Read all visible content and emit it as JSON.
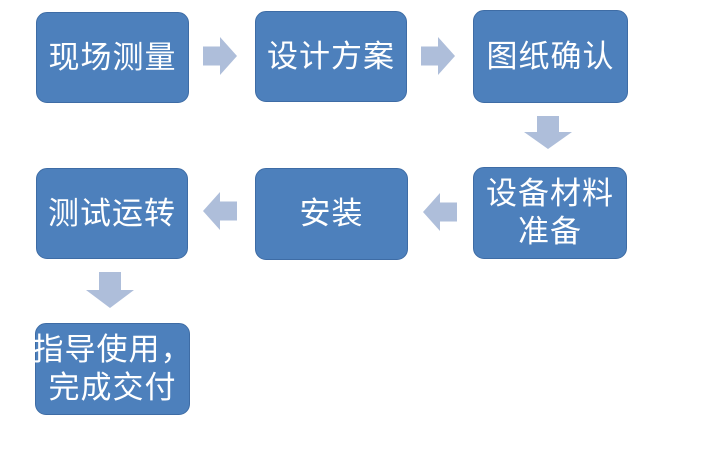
{
  "diagram": {
    "type": "flowchart",
    "colors": {
      "background": "#ffffff",
      "node_fill": "#4d80bc",
      "node_border": "#3e6ca5",
      "node_text": "#ffffff",
      "arrow_fill": "#aebeda"
    },
    "nodes": [
      {
        "id": "step-1",
        "label": "现场测量",
        "lines": [
          "现场测量"
        ]
      },
      {
        "id": "step-2",
        "label": "设计方案",
        "lines": [
          "设计方案"
        ]
      },
      {
        "id": "step-3",
        "label": "图纸确认",
        "lines": [
          "图纸确认"
        ]
      },
      {
        "id": "step-4",
        "label": "设备材料准备",
        "lines": [
          "设备材料",
          "准备"
        ]
      },
      {
        "id": "step-5",
        "label": "安装",
        "lines": [
          "安装"
        ]
      },
      {
        "id": "step-6",
        "label": "测试运转",
        "lines": [
          "测试运转"
        ]
      },
      {
        "id": "step-7",
        "label": "指导使用，完成交付",
        "lines": [
          "指导使用，",
          "完成交付"
        ]
      }
    ],
    "edges": [
      {
        "from": "现场测量",
        "to": "设计方案",
        "direction": "right"
      },
      {
        "from": "设计方案",
        "to": "图纸确认",
        "direction": "right"
      },
      {
        "from": "图纸确认",
        "to": "设备材料准备",
        "direction": "down"
      },
      {
        "from": "设备材料准备",
        "to": "安装",
        "direction": "left"
      },
      {
        "from": "安装",
        "to": "测试运转",
        "direction": "left"
      },
      {
        "from": "测试运转",
        "to": "指导使用，完成交付",
        "direction": "down"
      }
    ]
  }
}
